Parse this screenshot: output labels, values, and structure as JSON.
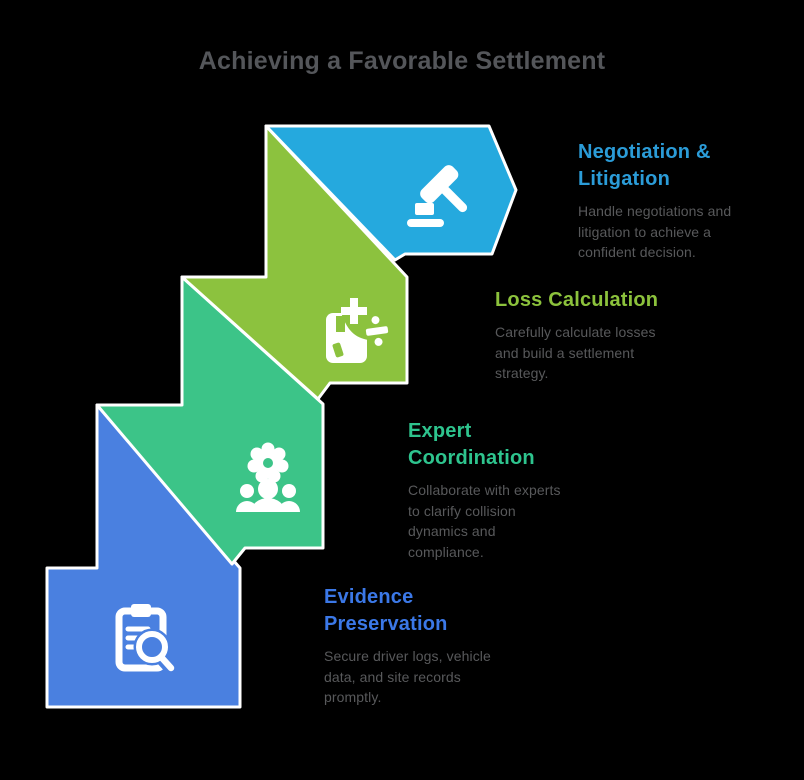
{
  "title": "Achieving a Favorable Settlement",
  "colors": {
    "background": "#000000",
    "title_color": "#54565A",
    "body_text_color": "#58595B",
    "stroke": "#FFFFFF"
  },
  "steps": [
    {
      "title": "Negotiation &\nLitigation",
      "description": "Handle negotiations and\nlitigation to achieve a\nconfident decision.",
      "color": "#25A9DE",
      "title_color": "#2B9CD8",
      "icon": "gavel-icon"
    },
    {
      "title": "Loss Calculation",
      "description": "Carefully calculate losses\nand build a settlement\nstrategy.",
      "color": "#8CC23E",
      "title_color": "#8CC23C",
      "icon": "calculator-icon"
    },
    {
      "title": "Expert\nCoordination",
      "description": "Collaborate with experts\nto clarify collision\ndynamics and\ncompliance.",
      "color": "#3CC488",
      "title_color": "#2EC48E",
      "icon": "team-gear-icon"
    },
    {
      "title": "Evidence\nPreservation",
      "description": "Secure driver logs, vehicle\ndata, and site records\npromptly.",
      "color": "#4A80E0",
      "title_color": "#3B78E7",
      "icon": "clipboard-search-icon"
    }
  ]
}
